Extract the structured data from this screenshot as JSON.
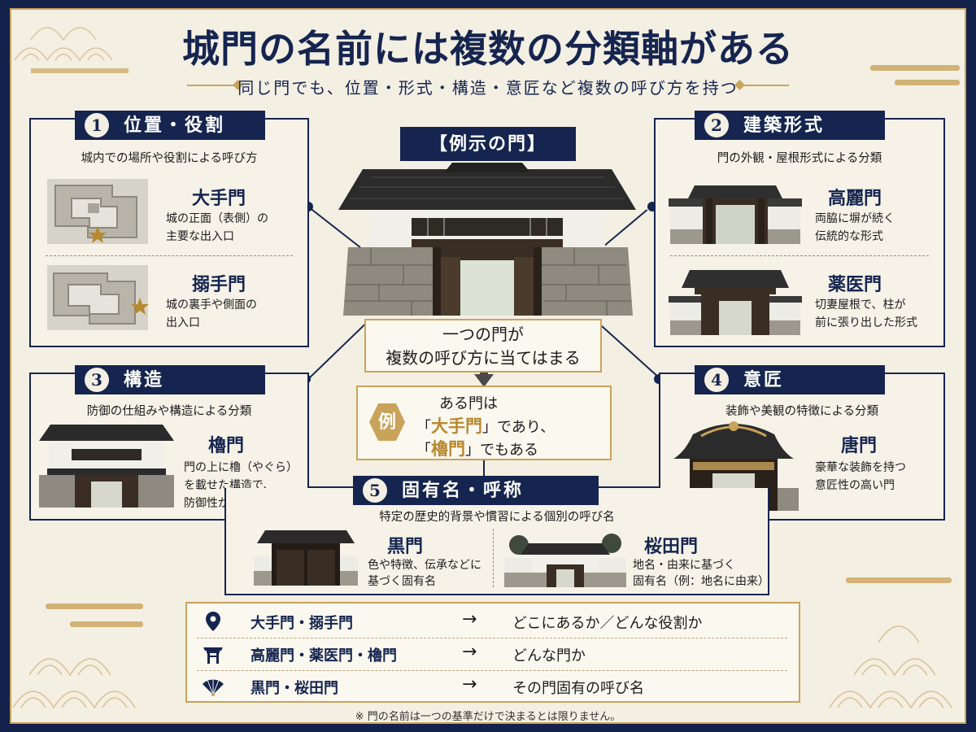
{
  "title": "城門の名前には複数の分類軸がある",
  "subtitle": "同じ門でも、位置・形式・構造・意匠など複数の呼び方を持つ",
  "colors": {
    "navy": "#15254f",
    "gold": "#c9a35a",
    "paper": "#f4efe3",
    "star": "#b8892f"
  },
  "center": {
    "example_label": "【例示の門】",
    "one_gate_line1": "一つの門が",
    "one_gate_line2": "複数の呼び方に当てはまる",
    "example_badge": "例",
    "example_line1": "ある門は",
    "example_q1_open": "「",
    "example_q1_name": "大手門",
    "example_q1_close": "」であり、",
    "example_q2_open": "「",
    "example_q2_name": "櫓門",
    "example_q2_close": "」でもある"
  },
  "sections": {
    "position": {
      "num": "1",
      "title": "位置・役割",
      "desc": "城内での場所や役割による呼び方",
      "gates": [
        {
          "name": "大手門",
          "desc1": "城の正面（表側）の",
          "desc2": "主要な出入口"
        },
        {
          "name": "搦手門",
          "desc1": "城の裏手や側面の",
          "desc2": "出入口"
        }
      ]
    },
    "style": {
      "num": "2",
      "title": "建築形式",
      "desc": "門の外観・屋根形式による分類",
      "gates": [
        {
          "name": "高麗門",
          "desc1": "両脇に塀が続く",
          "desc2": "伝統的な形式"
        },
        {
          "name": "薬医門",
          "desc1": "切妻屋根で、柱が",
          "desc2": "前に張り出した形式"
        }
      ]
    },
    "structure": {
      "num": "3",
      "title": "構造",
      "desc": "防御の仕組みや構造による分類",
      "gates": [
        {
          "name": "櫓門",
          "desc1": "門の上に櫓（やぐら）",
          "desc2": "を載せた構造で、",
          "desc3": "防御性が高い"
        }
      ]
    },
    "design": {
      "num": "4",
      "title": "意匠",
      "desc": "装飾や美観の特徴による分類",
      "gates": [
        {
          "name": "唐門",
          "desc1": "豪華な装飾を持つ",
          "desc2": "意匠性の高い門"
        }
      ]
    },
    "proper": {
      "num": "5",
      "title": "固有名・呼称",
      "desc": "特定の歴史的背景や慣習による個別の呼び名",
      "gates": [
        {
          "name": "黒門",
          "desc1": "色や特徴、伝承などに",
          "desc2": "基づく固有名"
        },
        {
          "name": "桜田門",
          "desc1": "地名・由来に基づく",
          "desc2": "固有名（例：地名に由来）"
        }
      ]
    }
  },
  "summary": [
    {
      "icon": "map-pin-icon",
      "gates": "大手門・搦手門",
      "arrow": "→",
      "text": "どこにあるか／どんな役割か"
    },
    {
      "icon": "gate-icon",
      "gates": "高麗門・薬医門・櫓門",
      "arrow": "→",
      "text": "どんな門か"
    },
    {
      "icon": "folding-fan-icon",
      "gates": "黒門・桜田門",
      "arrow": "→",
      "text": "その門固有の呼び名"
    }
  ],
  "footnote": "※ 門の名前は一つの基準だけで決まるとは限りません。"
}
